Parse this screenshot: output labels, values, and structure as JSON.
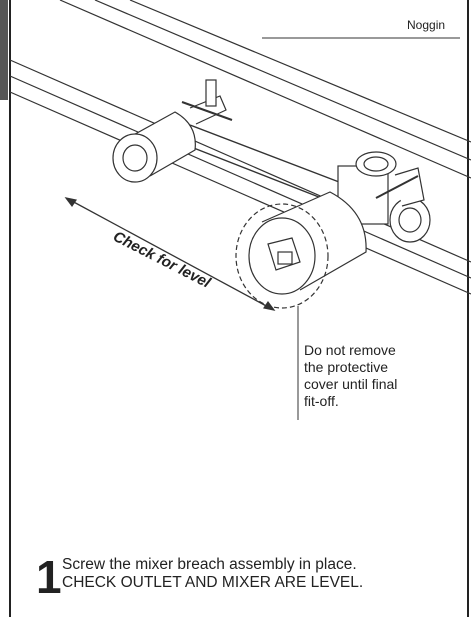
{
  "callouts": {
    "noggin": "Noggin",
    "check_level": "Check for level",
    "cover_note": "Do not remove\nthe protective\ncover until final\nfit-off."
  },
  "step": {
    "number": "1",
    "line1": "Screw the mixer breach assembly in place.",
    "line2": "CHECK OUTLET AND MIXER ARE LEVEL."
  }
}
